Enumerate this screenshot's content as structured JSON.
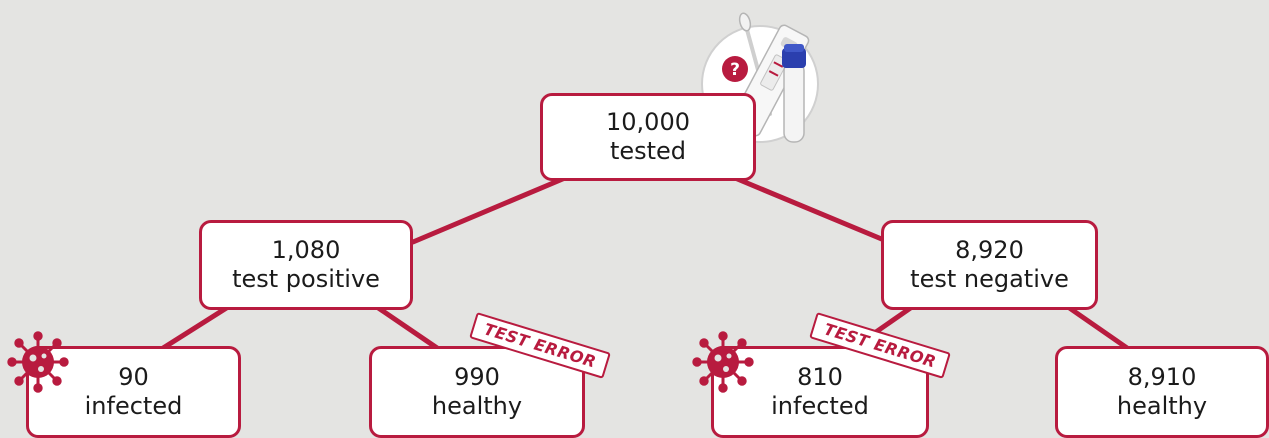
{
  "colors": {
    "accent": "#b81b3f",
    "background": "#e4e4e2",
    "node_fill": "#ffffff",
    "text": "#1b1b1b"
  },
  "tree": {
    "root": {
      "count": "10,000",
      "label": "tested"
    },
    "positive": {
      "count": "1,080",
      "label": "test positive"
    },
    "negative": {
      "count": "8,920",
      "label": "test negative"
    },
    "leaves": [
      {
        "count": "90",
        "label": "infected",
        "icon": "virus-icon"
      },
      {
        "count": "990",
        "label": "healthy",
        "badge": "TEST ERROR"
      },
      {
        "count": "810",
        "label": "infected",
        "icon": "virus-icon",
        "badge": "TEST ERROR"
      },
      {
        "count": "8,910",
        "label": "healthy"
      }
    ]
  },
  "icons": {
    "test_kit": "covid-test-kit-icon",
    "question": "question-mark-icon",
    "virus": "virus-icon"
  }
}
